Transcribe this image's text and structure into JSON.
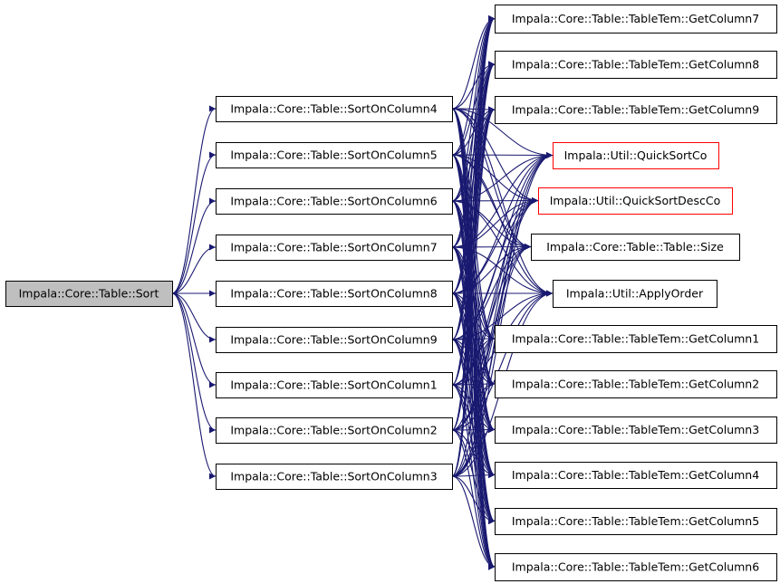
{
  "colors": {
    "edge": "#191970",
    "node_border": "#000000",
    "node_border_highlight": "#ff0000",
    "root_fill": "#bfbfbf",
    "node_fill": "#ffffff"
  },
  "graph": {
    "root": {
      "id": "sort",
      "label": "Impala::Core::Table::Sort"
    },
    "middle": [
      {
        "id": "s4",
        "label": "Impala::Core::Table::SortOnColumn4"
      },
      {
        "id": "s5",
        "label": "Impala::Core::Table::SortOnColumn5"
      },
      {
        "id": "s6",
        "label": "Impala::Core::Table::SortOnColumn6"
      },
      {
        "id": "s7",
        "label": "Impala::Core::Table::SortOnColumn7"
      },
      {
        "id": "s8",
        "label": "Impala::Core::Table::SortOnColumn8"
      },
      {
        "id": "s9",
        "label": "Impala::Core::Table::SortOnColumn9"
      },
      {
        "id": "s1",
        "label": "Impala::Core::Table::SortOnColumn1"
      },
      {
        "id": "s2",
        "label": "Impala::Core::Table::SortOnColumn2"
      },
      {
        "id": "s3",
        "label": "Impala::Core::Table::SortOnColumn3"
      }
    ],
    "right": [
      {
        "id": "g7",
        "label": "Impala::Core::Table::TableTem::GetColumn7",
        "border": "black"
      },
      {
        "id": "g8",
        "label": "Impala::Core::Table::TableTem::GetColumn8",
        "border": "black"
      },
      {
        "id": "g9",
        "label": "Impala::Core::Table::TableTem::GetColumn9",
        "border": "black"
      },
      {
        "id": "qs",
        "label": "Impala::Util::QuickSortCo",
        "border": "red"
      },
      {
        "id": "qsd",
        "label": "Impala::Util::QuickSortDescCo",
        "border": "red"
      },
      {
        "id": "size",
        "label": "Impala::Core::Table::Table::Size",
        "border": "black"
      },
      {
        "id": "ao",
        "label": "Impala::Util::ApplyOrder",
        "border": "black"
      },
      {
        "id": "g1",
        "label": "Impala::Core::Table::TableTem::GetColumn1",
        "border": "black"
      },
      {
        "id": "g2",
        "label": "Impala::Core::Table::TableTem::GetColumn2",
        "border": "black"
      },
      {
        "id": "g3",
        "label": "Impala::Core::Table::TableTem::GetColumn3",
        "border": "black"
      },
      {
        "id": "g4",
        "label": "Impala::Core::Table::TableTem::GetColumn4",
        "border": "black"
      },
      {
        "id": "g5",
        "label": "Impala::Core::Table::TableTem::GetColumn5",
        "border": "black"
      },
      {
        "id": "g6",
        "label": "Impala::Core::Table::TableTem::GetColumn6",
        "border": "black"
      }
    ],
    "edges": [
      [
        "sort",
        "s1"
      ],
      [
        "sort",
        "s2"
      ],
      [
        "sort",
        "s3"
      ],
      [
        "sort",
        "s4"
      ],
      [
        "sort",
        "s5"
      ],
      [
        "sort",
        "s6"
      ],
      [
        "sort",
        "s7"
      ],
      [
        "sort",
        "s8"
      ],
      [
        "sort",
        "s9"
      ],
      [
        "s1",
        "g1"
      ],
      [
        "s1",
        "g2"
      ],
      [
        "s1",
        "g3"
      ],
      [
        "s1",
        "g4"
      ],
      [
        "s1",
        "g5"
      ],
      [
        "s1",
        "g6"
      ],
      [
        "s1",
        "g7"
      ],
      [
        "s1",
        "g8"
      ],
      [
        "s1",
        "g9"
      ],
      [
        "s1",
        "qs"
      ],
      [
        "s1",
        "qsd"
      ],
      [
        "s1",
        "size"
      ],
      [
        "s1",
        "ao"
      ],
      [
        "s2",
        "g1"
      ],
      [
        "s2",
        "g2"
      ],
      [
        "s2",
        "g3"
      ],
      [
        "s2",
        "g4"
      ],
      [
        "s2",
        "g5"
      ],
      [
        "s2",
        "g6"
      ],
      [
        "s2",
        "g7"
      ],
      [
        "s2",
        "g8"
      ],
      [
        "s2",
        "g9"
      ],
      [
        "s2",
        "qs"
      ],
      [
        "s2",
        "qsd"
      ],
      [
        "s2",
        "size"
      ],
      [
        "s2",
        "ao"
      ],
      [
        "s3",
        "g1"
      ],
      [
        "s3",
        "g2"
      ],
      [
        "s3",
        "g3"
      ],
      [
        "s3",
        "g4"
      ],
      [
        "s3",
        "g5"
      ],
      [
        "s3",
        "g6"
      ],
      [
        "s3",
        "g7"
      ],
      [
        "s3",
        "g8"
      ],
      [
        "s3",
        "g9"
      ],
      [
        "s3",
        "qs"
      ],
      [
        "s3",
        "qsd"
      ],
      [
        "s3",
        "size"
      ],
      [
        "s3",
        "ao"
      ],
      [
        "s4",
        "g1"
      ],
      [
        "s4",
        "g2"
      ],
      [
        "s4",
        "g3"
      ],
      [
        "s4",
        "g4"
      ],
      [
        "s4",
        "g5"
      ],
      [
        "s4",
        "g6"
      ],
      [
        "s4",
        "g7"
      ],
      [
        "s4",
        "g8"
      ],
      [
        "s4",
        "g9"
      ],
      [
        "s4",
        "qs"
      ],
      [
        "s4",
        "qsd"
      ],
      [
        "s4",
        "size"
      ],
      [
        "s4",
        "ao"
      ],
      [
        "s5",
        "g1"
      ],
      [
        "s5",
        "g2"
      ],
      [
        "s5",
        "g3"
      ],
      [
        "s5",
        "g4"
      ],
      [
        "s5",
        "g5"
      ],
      [
        "s5",
        "g6"
      ],
      [
        "s5",
        "g7"
      ],
      [
        "s5",
        "g8"
      ],
      [
        "s5",
        "g9"
      ],
      [
        "s5",
        "qs"
      ],
      [
        "s5",
        "qsd"
      ],
      [
        "s5",
        "size"
      ],
      [
        "s5",
        "ao"
      ],
      [
        "s6",
        "g1"
      ],
      [
        "s6",
        "g2"
      ],
      [
        "s6",
        "g3"
      ],
      [
        "s6",
        "g4"
      ],
      [
        "s6",
        "g5"
      ],
      [
        "s6",
        "g6"
      ],
      [
        "s6",
        "g7"
      ],
      [
        "s6",
        "g8"
      ],
      [
        "s6",
        "g9"
      ],
      [
        "s6",
        "qs"
      ],
      [
        "s6",
        "qsd"
      ],
      [
        "s6",
        "size"
      ],
      [
        "s6",
        "ao"
      ],
      [
        "s7",
        "g1"
      ],
      [
        "s7",
        "g2"
      ],
      [
        "s7",
        "g3"
      ],
      [
        "s7",
        "g4"
      ],
      [
        "s7",
        "g5"
      ],
      [
        "s7",
        "g6"
      ],
      [
        "s7",
        "g7"
      ],
      [
        "s7",
        "g8"
      ],
      [
        "s7",
        "g9"
      ],
      [
        "s7",
        "qs"
      ],
      [
        "s7",
        "qsd"
      ],
      [
        "s7",
        "size"
      ],
      [
        "s7",
        "ao"
      ],
      [
        "s8",
        "g1"
      ],
      [
        "s8",
        "g2"
      ],
      [
        "s8",
        "g3"
      ],
      [
        "s8",
        "g4"
      ],
      [
        "s8",
        "g5"
      ],
      [
        "s8",
        "g6"
      ],
      [
        "s8",
        "g7"
      ],
      [
        "s8",
        "g8"
      ],
      [
        "s8",
        "g9"
      ],
      [
        "s8",
        "qs"
      ],
      [
        "s8",
        "qsd"
      ],
      [
        "s8",
        "size"
      ],
      [
        "s8",
        "ao"
      ],
      [
        "s9",
        "g1"
      ],
      [
        "s9",
        "g2"
      ],
      [
        "s9",
        "g3"
      ],
      [
        "s9",
        "g4"
      ],
      [
        "s9",
        "g5"
      ],
      [
        "s9",
        "g6"
      ],
      [
        "s9",
        "g7"
      ],
      [
        "s9",
        "g8"
      ],
      [
        "s9",
        "g9"
      ],
      [
        "s9",
        "qs"
      ],
      [
        "s9",
        "qsd"
      ],
      [
        "s9",
        "size"
      ],
      [
        "s9",
        "ao"
      ]
    ]
  }
}
